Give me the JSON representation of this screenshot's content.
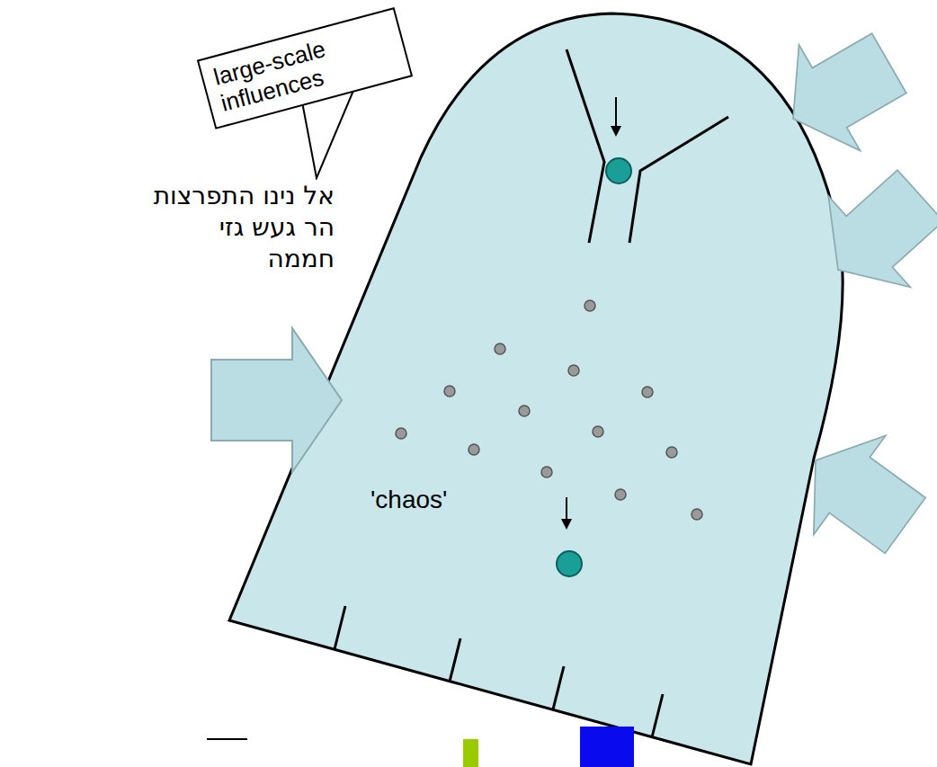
{
  "diagram": {
    "nodes": [
      {
        "text": [
          "large-scale influences"
        ]
      }
    ],
    "labels": [
      "אל נינו התפרצות הר געש גזי חממה",
      "'chaos'"
    ]
  }
}
